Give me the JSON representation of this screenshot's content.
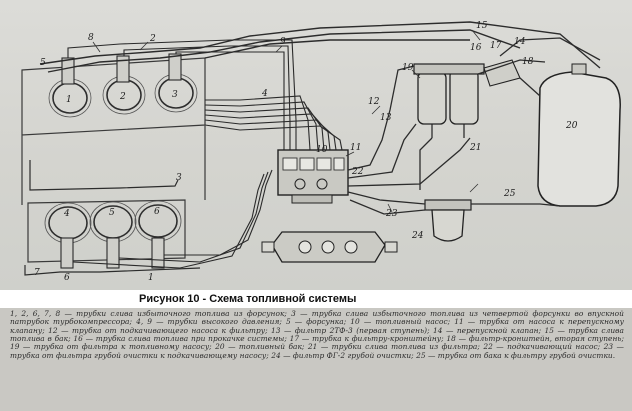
{
  "figure": {
    "caption": "Рисунок 10  - Схема топливной системы",
    "legend": "1, 2, 6, 7, 8 — трубки слива избыточного топлива из форсунок; 3 — трубка слива избыточного топлива из четвертой форсунки во впускной патрубок турбокомпрессора; 4, 9 — трубки высокого давления; 5 — форсунка; 10 — топливный насос; 11 — трубка от насоса к перепускному клапану; 12 — трубка от подкачивающего насоса к фильтру; 13 — фильтр 2ТФ-3 (первая ступень); 14 — перепускной клапан; 15 — трубка слива топлива в бак; 16 — трубка слива топлива при прокачке системы; 17 — трубка к фильтру-кронштейну; 18 — фильтр-кронштейн, вторая ступень; 19 — трубка от фильтра к топливному насосу; 20 — топливный бак; 21 — трубки слива топлива из фильтра; 22 — подкачивающий насос; 23 — трубка от фильтра грубой очистки к подкачивающему насосу; 24 — фильтр ФГ-2 грубой очистки; 25 — трубка от бака к фильтру грубой очистки."
  },
  "labels": {
    "n1": "1",
    "n2": "2",
    "n3": "3",
    "n4": "4",
    "n5": "5",
    "n6": "6",
    "n7": "7",
    "n8": "8",
    "n9": "9",
    "n10": "10",
    "n11": "11",
    "n12": "12",
    "n13": "13",
    "n14": "14",
    "n15": "15",
    "n16": "16",
    "n17": "17",
    "n18": "18",
    "n19": "19",
    "n20": "20",
    "n21": "21",
    "n22": "22",
    "n23": "23",
    "n24": "24",
    "n25": "25",
    "cyl1": "1",
    "cyl2": "2",
    "cyl3": "3",
    "cyl4": "4",
    "cyl5": "5",
    "cyl6": "6"
  }
}
